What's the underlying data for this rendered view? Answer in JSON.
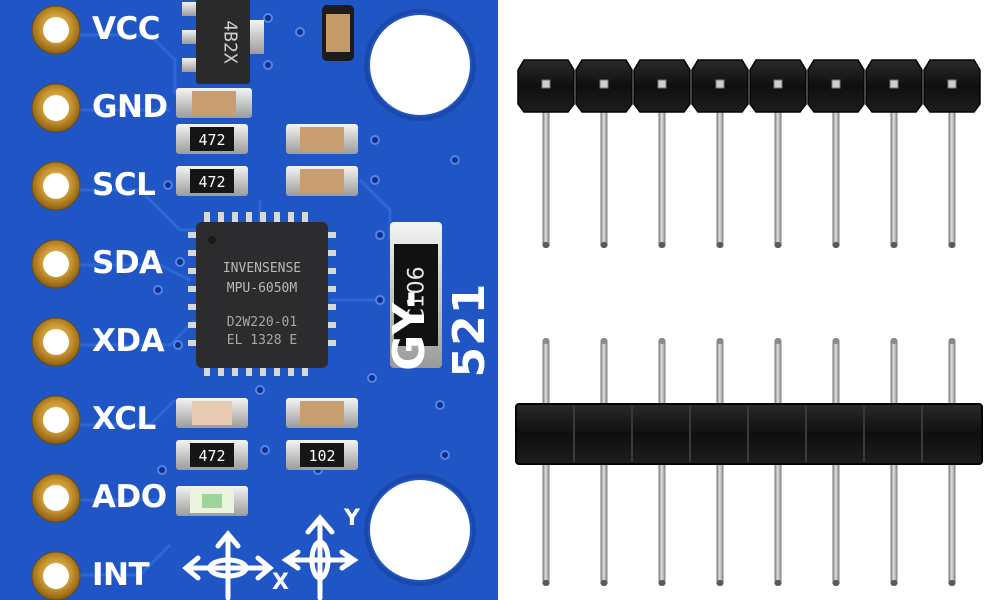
{
  "board": {
    "model": "GY-521",
    "pins": [
      "VCC",
      "GND",
      "SCL",
      "SDA",
      "XDA",
      "XCL",
      "ADO",
      "INT"
    ],
    "chip": {
      "brand": "INVENSENSE",
      "part": "MPU-6050M",
      "code1": "D2W220-01",
      "code2": "EL 1328 E"
    },
    "regulator_marking": "4B2X",
    "capacitor_marking": "C106",
    "resistor_markings": [
      "472",
      "472",
      "472",
      "102"
    ],
    "axis_x": "X",
    "axis_y": "Y",
    "colors": {
      "pcb": "#1f55c4",
      "silkscreen": "#ffffff",
      "gold": "#c7932e"
    }
  },
  "headers": {
    "count": 2,
    "pins_per_header": 8,
    "colors": {
      "plastic": "#141414",
      "pin": "#a8a8a8"
    }
  }
}
